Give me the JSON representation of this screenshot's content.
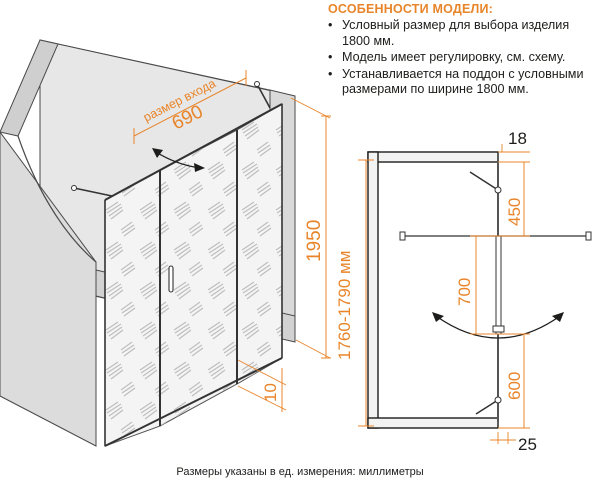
{
  "features": {
    "title": "ОСОБЕННОСТИ МОДЕЛИ:",
    "items": [
      "Условный размер для выбора изделия 1800 мм.",
      "Модель имеет регулировку, см. схему.",
      "Устанавливается на поддон с условными размерами по ширине 1800 мм."
    ]
  },
  "perspective": {
    "entrance_label": "размер входа",
    "entrance_value": "690",
    "height_value": "1950",
    "adjust_range": "1760-1790 мм",
    "bottom_gap": "10"
  },
  "plan": {
    "top_offset": "18",
    "upper_dim": "450",
    "door_dim": "700",
    "lower_dim": "600",
    "bottom_offset": "25"
  },
  "footnote": "Размеры указаны в ед. измерения: миллиметры"
}
